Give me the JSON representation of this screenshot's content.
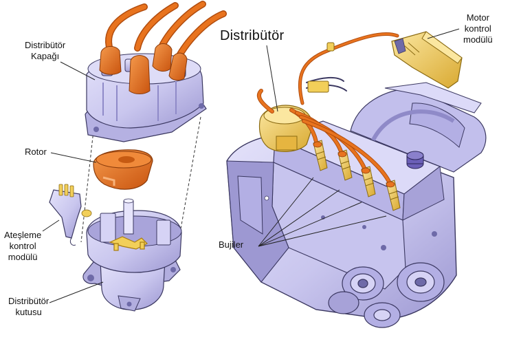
{
  "labels": {
    "distributor_cap": [
      "Distribütör",
      "Kapağı"
    ],
    "rotor": "Rotor",
    "ignition_module": [
      "Ateşleme",
      "kontrol",
      "modülü"
    ],
    "distributor_housing": [
      "Distribütör",
      "kutusu"
    ],
    "distributor_title": "Distribütör",
    "engine_module": [
      "Motor",
      "kontrol",
      "modülü"
    ],
    "spark_plugs": "Bujiler"
  },
  "colors": {
    "body_lavender": "#c9c6ee",
    "body_shadow": "#9d98d2",
    "body_dark": "#6e6aa8",
    "wire_orange": "#e8731e",
    "wire_dark": "#b04c0e",
    "boot_orange": "#e0641a",
    "yellow_part": "#f2cf59",
    "yellow_dark": "#c79a1e",
    "outline": "#3a3760",
    "leader": "#222222"
  }
}
